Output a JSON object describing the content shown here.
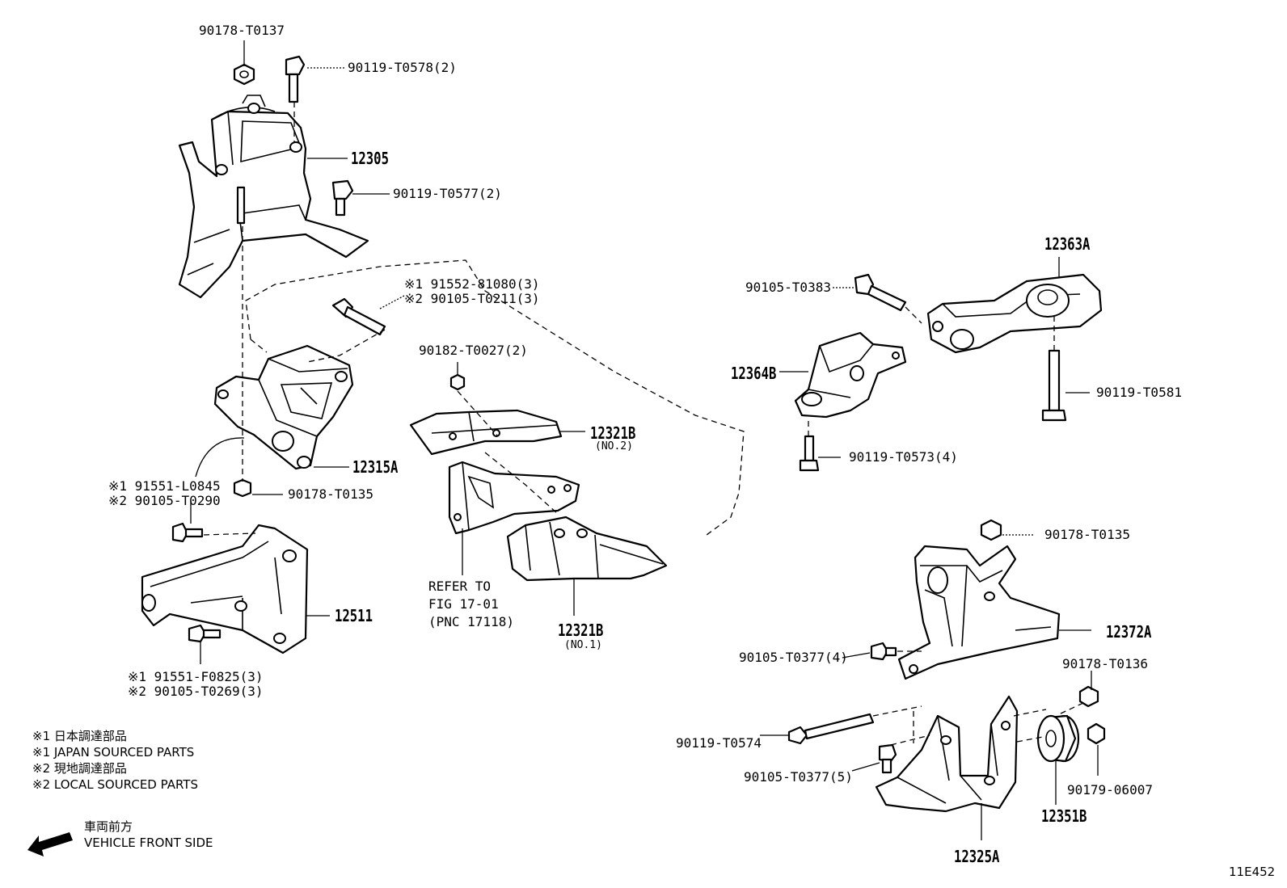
{
  "labels": {
    "p90178_T0137": "90178-T0137",
    "p90119_T0578": "90119-T0578(2)",
    "p12305": "12305",
    "p90119_T0577": "90119-T0577(2)",
    "p91552_81080": "※1 91552-81080(3)",
    "p90105_T0211": "※2 90105-T0211(3)",
    "p90182_T0027": "90182-T0027(2)",
    "p12321B_no2": "12321B",
    "p12321B_no2_sub": "(NO.2)",
    "p12315A": "12315A",
    "p91551_L0845": "※1 91551-L0845",
    "p90105_T0290": "※2 90105-T0290",
    "p90178_T0135_left": "90178-T0135",
    "p12511": "12511",
    "refer_line1": "REFER TO",
    "refer_line2": "FIG 17-01",
    "refer_line3": "(PNC 17118)",
    "p12321B_no1": "12321B",
    "p12321B_no1_sub": "(NO.1)",
    "p91551_F0825": "※1 91551-F0825(3)",
    "p90105_T0269": "※2 90105-T0269(3)",
    "p12363A": "12363A",
    "p90105_T0383": "90105-T0383",
    "p12364B": "12364B",
    "p90119_T0581": "90119-T0581",
    "p90119_T0573": "90119-T0573(4)",
    "p90178_T0135_right": "90178-T0135",
    "p12372A": "12372A",
    "p90105_T0377_4": "90105-T0377(4)",
    "p90178_T0136": "90178-T0136",
    "p90119_T0574": "90119-T0574",
    "p90105_T0377_5": "90105-T0377(5)",
    "p90179_06007": "90179-06007",
    "p12351B": "12351B",
    "p12325A": "12325A"
  },
  "legend": {
    "line1": "※1  日本調達部品",
    "line2": "※1  JAPAN SOURCED PARTS",
    "line3": "※2  現地調達部品",
    "line4": "※2  LOCAL SOURCED PARTS",
    "front_jp": "車両前方",
    "front_en": "VEHICLE FRONT SIDE"
  },
  "figure_id": "11E452"
}
